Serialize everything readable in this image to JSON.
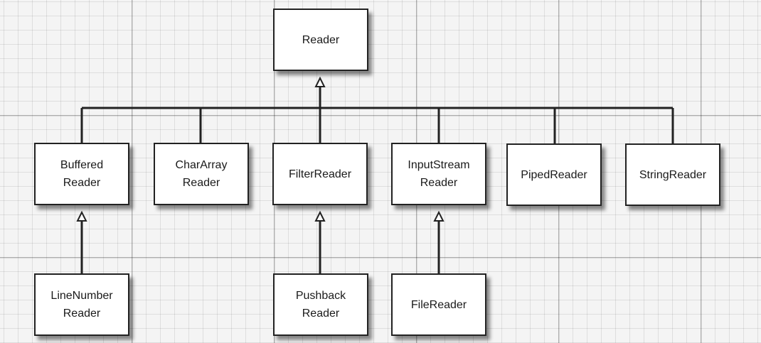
{
  "diagram": {
    "nodes": [
      {
        "id": "reader",
        "label": "Reader"
      },
      {
        "id": "buffered-reader",
        "label": "Buffered\nReader"
      },
      {
        "id": "chararray-reader",
        "label": "CharArray\nReader"
      },
      {
        "id": "filter-reader",
        "label": "FilterReader"
      },
      {
        "id": "inputstream-reader",
        "label": "InputStream\nReader"
      },
      {
        "id": "piped-reader",
        "label": "PipedReader"
      },
      {
        "id": "string-reader",
        "label": "StringReader"
      },
      {
        "id": "linenumber-reader",
        "label": "LineNumber\nReader"
      },
      {
        "id": "pushback-reader",
        "label": "Pushback\nReader"
      },
      {
        "id": "file-reader",
        "label": "FileReader"
      }
    ],
    "edges": [
      {
        "from": "buffered-reader",
        "to": "reader"
      },
      {
        "from": "chararray-reader",
        "to": "reader"
      },
      {
        "from": "filter-reader",
        "to": "reader"
      },
      {
        "from": "inputstream-reader",
        "to": "reader"
      },
      {
        "from": "piped-reader",
        "to": "reader"
      },
      {
        "from": "string-reader",
        "to": "reader"
      },
      {
        "from": "linenumber-reader",
        "to": "buffered-reader"
      },
      {
        "from": "pushback-reader",
        "to": "filter-reader"
      },
      {
        "from": "file-reader",
        "to": "inputstream-reader"
      }
    ]
  }
}
